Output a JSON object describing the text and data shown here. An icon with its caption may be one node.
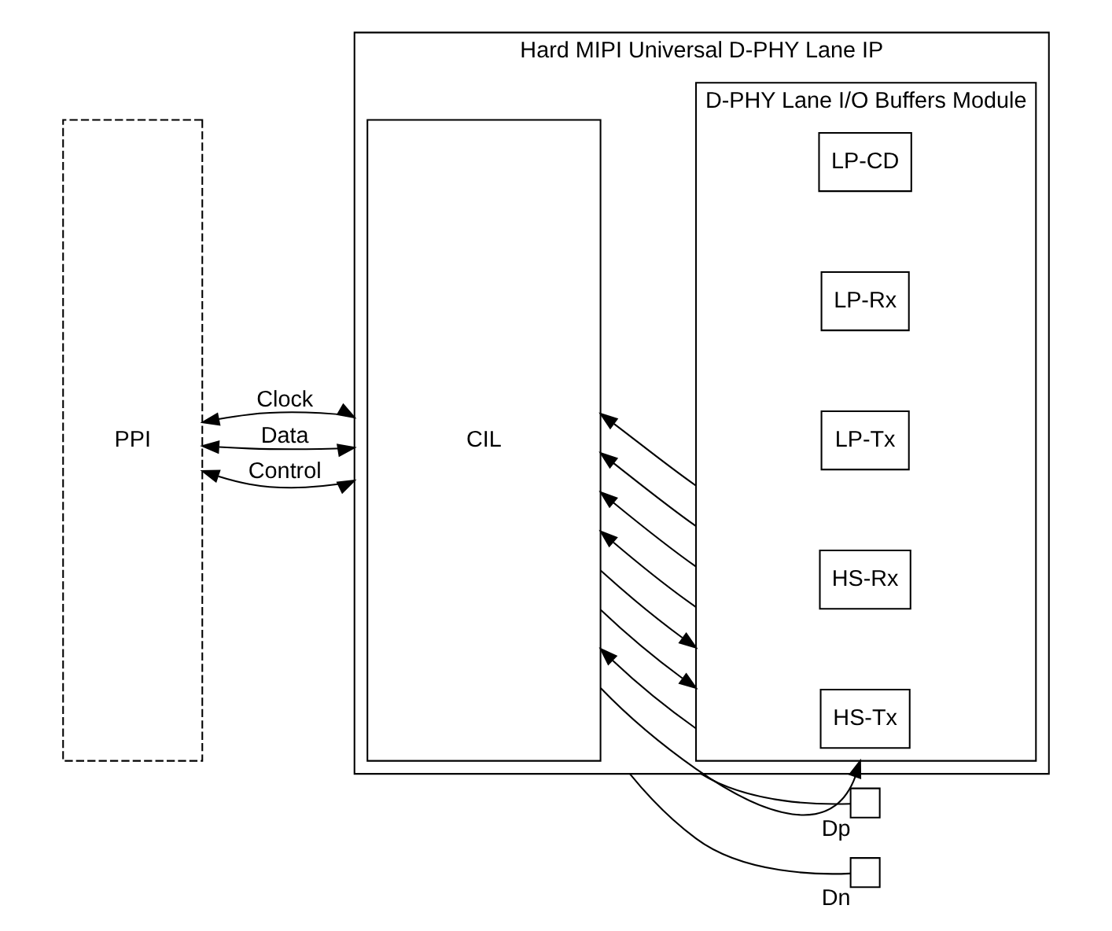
{
  "diagram": {
    "nodes": [
      {
        "text": [
          "PPI"
        ]
      },
      {
        "text": [
          "Hard MIPI Universal D-PHY Lane IP"
        ]
      },
      {
        "text": [
          "CIL"
        ],
        "in": 1
      },
      {
        "text": [
          "D-PHY Lane I/O Buffers Module"
        ],
        "in": 1
      },
      {
        "text": [
          "HS-Tx"
        ],
        "in": 3
      },
      {
        "text": [
          "HS-Rx"
        ],
        "in": 3
      },
      {
        "text": [
          "LP-Tx"
        ],
        "in": 3
      },
      {
        "text": [
          "LP-Rx"
        ],
        "in": 3
      },
      {
        "text": [
          "LP-CD"
        ],
        "in": 3
      },
      {
        "text": [],
        "shape": "box",
        "beside": [
          "Dp"
        ]
      },
      {
        "text": [],
        "shape": "box",
        "beside": [
          "Dn"
        ]
      }
    ],
    "edges": [
      {
        "from": 0,
        "to": 1,
        "arrow": "both",
        "label": "Clock"
      },
      {
        "from": 0,
        "to": 1,
        "arrow": "both",
        "label": "Data"
      },
      {
        "from": 0,
        "to": 1,
        "arrow": "both",
        "label": "Control"
      },
      {
        "from": 2,
        "to": 3,
        "arrow": "to"
      },
      {
        "from": 3,
        "to": 2,
        "arrow": "to"
      },
      {
        "from": 2,
        "to": 3,
        "arrow": "to"
      },
      {
        "from": 2,
        "to": 3,
        "arrow": "to"
      },
      {
        "from": 3,
        "to": 2,
        "arrow": "to"
      },
      {
        "from": 3,
        "to": 2,
        "arrow": "to"
      },
      {
        "from": 3,
        "to": 2,
        "arrow": "to"
      },
      {
        "from": 3,
        "to": 2,
        "arrow": "to"
      },
      {
        "from": 1,
        "to": 9,
        "arrow": "none"
      },
      {
        "from": 1,
        "to": 10,
        "arrow": "none"
      }
    ]
  }
}
